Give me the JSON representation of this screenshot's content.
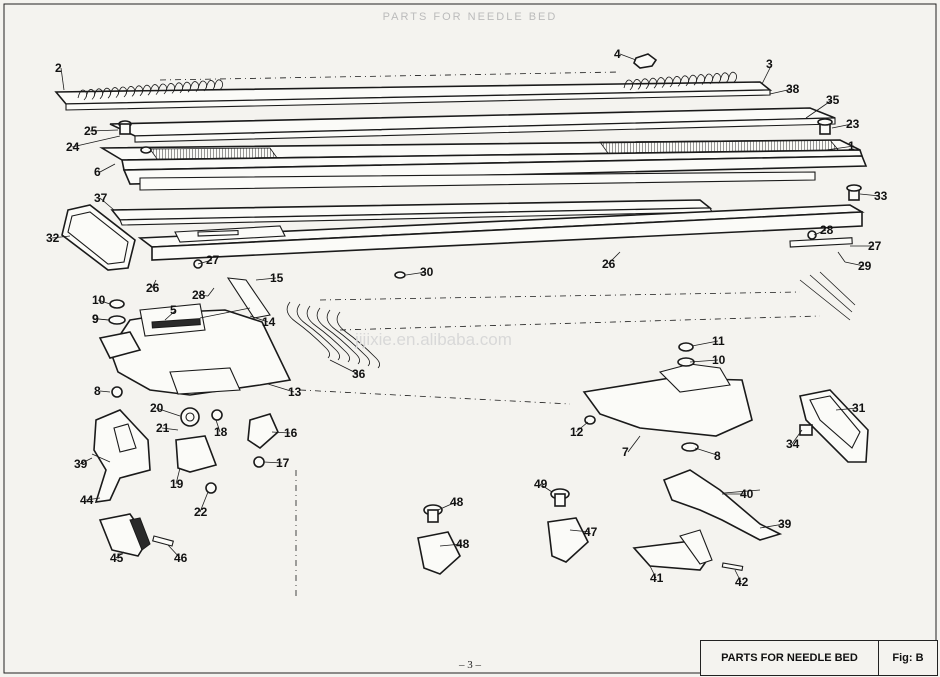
{
  "page": {
    "header": "PARTS FOR NEEDLE BED",
    "page_number": "– 3 –",
    "watermark": "jijixie.en.alibaba.com"
  },
  "title_block": {
    "name": "PARTS FOR NEEDLE BED",
    "figure": "Fig: B"
  },
  "callouts": [
    "1",
    "2",
    "3",
    "4",
    "5",
    "6",
    "7",
    "8",
    "8",
    "9",
    "9",
    "10",
    "10",
    "11",
    "12",
    "13",
    "14",
    "15",
    "16",
    "17",
    "18",
    "19",
    "20",
    "21",
    "22",
    "23",
    "24",
    "25",
    "26",
    "26",
    "27",
    "27",
    "28",
    "28",
    "29",
    "30",
    "31",
    "32",
    "33",
    "34",
    "35",
    "36",
    "37",
    "38",
    "39",
    "39",
    "40",
    "41",
    "42",
    "44",
    "45",
    "46",
    "47",
    "48",
    "48",
    "49"
  ]
}
